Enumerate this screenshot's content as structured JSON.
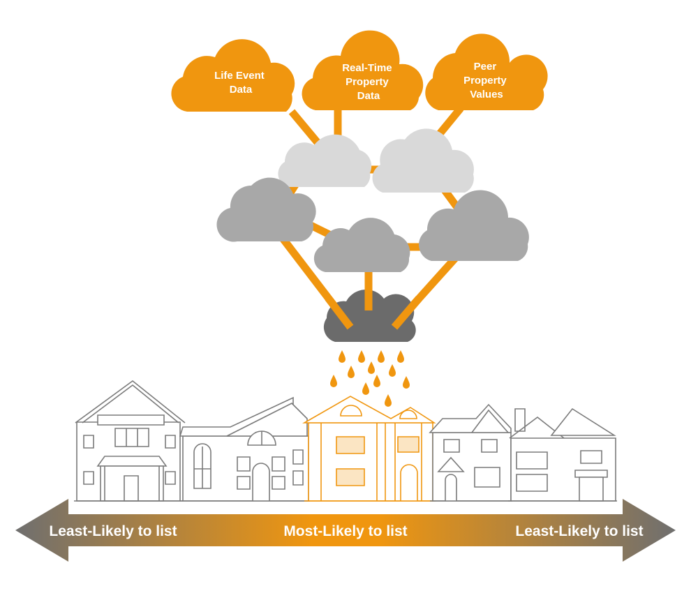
{
  "colors": {
    "accent": "#f0960f",
    "cloud_light": "#d9d9d9",
    "cloud_mid": "#a8a8a8",
    "cloud_dark": "#6b6b6b",
    "house_stroke": "#7a7a7a",
    "arrow_end": "#6f6f6f"
  },
  "sources": [
    {
      "lines": [
        "Life Event",
        "Data"
      ]
    },
    {
      "lines": [
        "Real-Time",
        "Property",
        "Data"
      ]
    },
    {
      "lines": [
        "Peer",
        "Property",
        "Values"
      ]
    }
  ],
  "scale": {
    "left_label": "Least-Likely to list",
    "center_label": "Most-Likely to list",
    "right_label": "Least-Likely to list"
  }
}
